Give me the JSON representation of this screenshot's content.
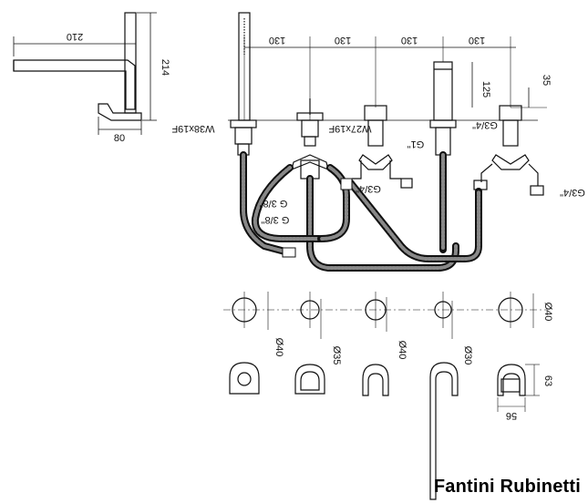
{
  "brand": "Fantini Rubinetti",
  "dimensions": {
    "spout_length": "210",
    "spout_height": "214",
    "base_depth": "80",
    "spacing_1": "130",
    "spacing_2": "130",
    "spacing_3": "130",
    "spacing_4": "130",
    "handle_height": "125",
    "handle_top": "35",
    "thread_left": "W38x19F",
    "thread_mid": "W27x19F",
    "thread_g34_a": "G3/4\"",
    "thread_g1": "G1\"",
    "thread_g34_b": "G3/4\"",
    "thread_g34_c": "G3/4\"",
    "hose_g38_a": "G 3/8\"",
    "hose_g38_b": "G 3/8\"",
    "hole_d1": "Ø40",
    "hole_d2": "Ø35",
    "hole_d3": "Ø40",
    "hole_d4": "Ø30",
    "hole_d5": "Ø40",
    "plate_width": "56",
    "plate_height": "63"
  }
}
